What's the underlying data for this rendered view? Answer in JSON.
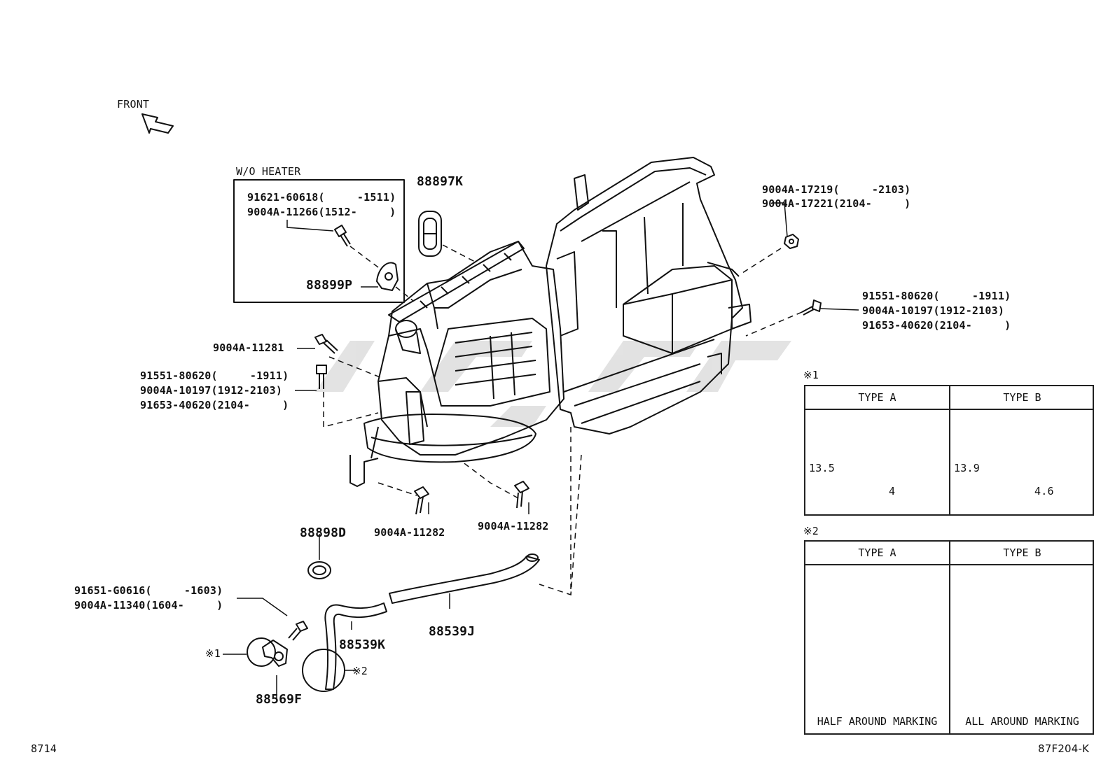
{
  "front_label": "FRONT",
  "wo_heater": {
    "title": "W/O HEATER",
    "line1": "91621-60618(     -1511)",
    "line2": "9004A-11266(1512-     )",
    "part": "88899P"
  },
  "parts": {
    "p88897K": "88897K",
    "top_right_1": "9004A-17219(     -2103)",
    "top_right_2": "9004A-17221(2104-     )",
    "right_1": "91551-80620(     -1911)",
    "right_2": "9004A-10197(1912-2103)",
    "right_3": "91653-40620(2104-     )",
    "p11281": "9004A-11281",
    "left_1": "91551-80620(     -1911)",
    "left_2": "9004A-10197(1912-2103)",
    "left_3": "91653-40620(2104-     )",
    "p11282a": "9004A-11282",
    "p11282b": "9004A-11282",
    "p88898D": "88898D",
    "clamp_1": "91651-G0616(     -1603)",
    "clamp_2": "9004A-11340(1604-     )",
    "p88539K": "88539K",
    "p88539J": "88539J",
    "p88569F": "88569F",
    "mark1": "※1",
    "mark2": "※2"
  },
  "detail1": {
    "mark": "※1",
    "type_a": "TYPE A",
    "type_b": "TYPE B",
    "a_dim_v": "13.5",
    "a_dim_h": "4",
    "b_dim_v": "13.9",
    "b_dim_h": "4.6"
  },
  "detail2": {
    "mark": "※2",
    "type_a": "TYPE A",
    "type_b": "TYPE B",
    "a_caption": "HALF AROUND MARKING",
    "b_caption": "ALL AROUND MARKING"
  },
  "footer": {
    "left": "8714",
    "right": "87F204-K"
  }
}
